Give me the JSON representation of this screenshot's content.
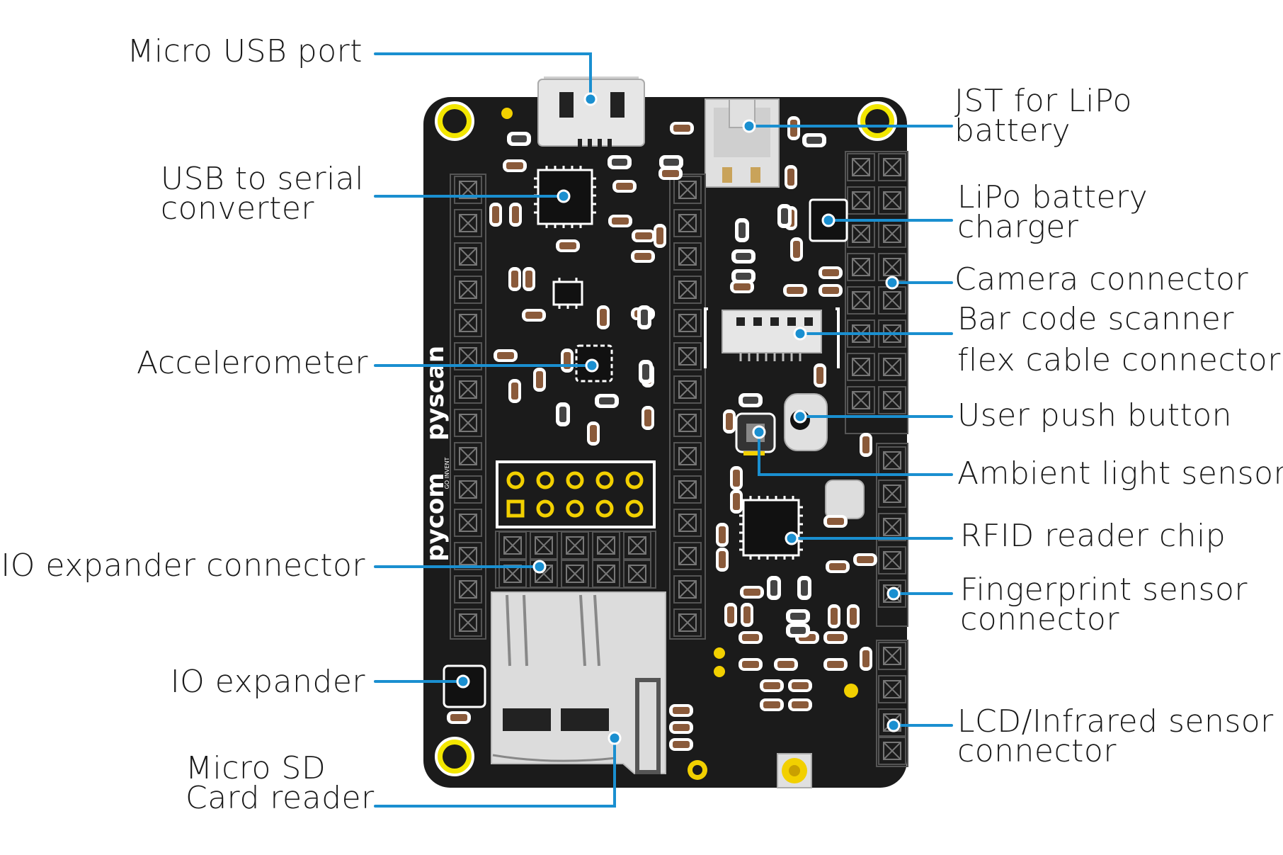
{
  "colors": {
    "board": "#1b1b1b",
    "leader_line": "#1a8fd0",
    "dot": "#1a8fd0",
    "gold": "#f2d000",
    "silkscreen": "#ffffff"
  },
  "board": {
    "brand_pycom": "pycom",
    "brand_tagline": "GO INVENT",
    "brand_pyscan": "pyscan"
  },
  "labels": {
    "micro_usb": "Micro USB port",
    "usb_serial_1": "USB to serial",
    "usb_serial_2": "converter",
    "accelerometer": "Accelerometer",
    "io_expander_connector": "IO expander connector",
    "io_expander": "IO expander",
    "micro_sd_1": "Micro SD",
    "micro_sd_2": "Card reader",
    "jst_1": "JST for LiPo",
    "jst_2": "battery",
    "lipo_1": "LiPo battery",
    "lipo_2": "charger",
    "camera": "Camera connector",
    "barcode_1": "Bar code scanner",
    "barcode_2": "flex cable connector",
    "push_button": "User push button",
    "ambient_light": "Ambient light sensor",
    "rfid": "RFID reader chip",
    "fingerprint_1": "Fingerprint sensor",
    "fingerprint_2": "connector",
    "lcd_ir_1": "LCD/Infrared sensor",
    "lcd_ir_2": "connector"
  }
}
